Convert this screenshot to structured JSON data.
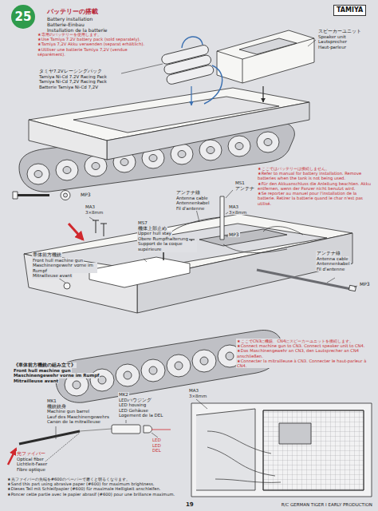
{
  "diagram": {
    "title": "バッテリーの搭載",
    "nodes": [
      {
        "text": [
          "25"
        ]
      }
    ],
    "labels": [
      "TAMIYA",
      "Battery installation",
      "Batterie-Einbau",
      "Installation de la batterie",
      "★専用のバッテリーを使用します。",
      "★Use Tamiya 7.2V battery pack (sold separately).",
      "★Tamiya 7,2V Akku verwenden (separat erhältlich).",
      "★Utiliser une batterie Tamiya 7,2V (vendue séparément).",
      "タミヤ7.2Vレーシングパック",
      "Tamiya Ni-Cd 7.2V Racing Pack",
      "Tamiya Ni-Cd 7,2V Racing Pack",
      "Batterie Tamiya Ni-Cd 7,2V",
      "スピーカーユニット",
      "Speaker unit",
      "Lautsprecher",
      "Haut-parleur",
      "★ここではバッテリーは接続しません。",
      "★Refer to manual for battery installation. Remove batteries when the tank is not being used.",
      "★Für den Akkuanschluss die Anleitung beachten. Akku entfernen, wenn der Panzer nicht benutzt wird.",
      "★Se reporter au manuel pour l'installation de la batterie. Retirer la batterie quand le char n'est pas utilisé.",
      "MP3",
      "MS1",
      "アンテナ",
      "MA3",
      "3×8mm",
      "MA3",
      "3×8mm",
      "MS7",
      "機体上部止め",
      "Upper hull stay",
      "Obere Rumpfhalterung",
      "Support de la coque supérieure",
      "アンテナ線",
      "Antenna cable",
      "Antennenkabel",
      "Fil d'antenne",
      "MP3",
      "MP3",
      "アンテナ線",
      "Antenna cable",
      "Antennenkabel",
      "Fil d'antenne",
      "車体前方機銃",
      "Front hull machine gun",
      "Maschinengewehr vorne im Rumpf",
      "Mitrailleuse avant",
      "★ここでCN3に機銃、CN4にスピーカーユニットを接続します。",
      "★Connect machine gun to CN3. Connect speaker unit to CN4.",
      "★Das Maschinengewehr an CN3, den Lautsprecher an CN4 anschließen.",
      "★Connecter la mitrailleuse à CN3. Connecter le haut-parleur à CN4.",
      "MA3",
      "3×8mm",
      "《車体前方機銃の組み立て》",
      "Front hull machine gun",
      "Maschinengewehr vorne im Rumpf",
      "Mitrailleuse avant",
      "MK1",
      "機銃銃身",
      "Machine gun barrel",
      "Lauf des Maschinengewehrs",
      "Canon de la mitrailleuse",
      "MK2",
      "LEDハウジング",
      "LED housing",
      "LED Gehäuse",
      "Logement de la DEL",
      "光ファイバー",
      "Optical fiber",
      "Lichtleit-Faser",
      "Fibre optique",
      "LED",
      "LED",
      "DEL",
      "★光ファイバーの先端を#600のペーパーで磨くと明るくなります。",
      "★Sand this part using abrasive paper (#600) for maximum brightness.",
      "★Dieses Teil mit Schleifpapier (#600) für maximale Helligkeit anschleifen.",
      "★Poncer cette partie avec le papier abrasif (#600) pour une brillance maximum.",
      "19",
      "R/C GERMAN TIGER I EARLY PRODUCTION"
    ]
  }
}
